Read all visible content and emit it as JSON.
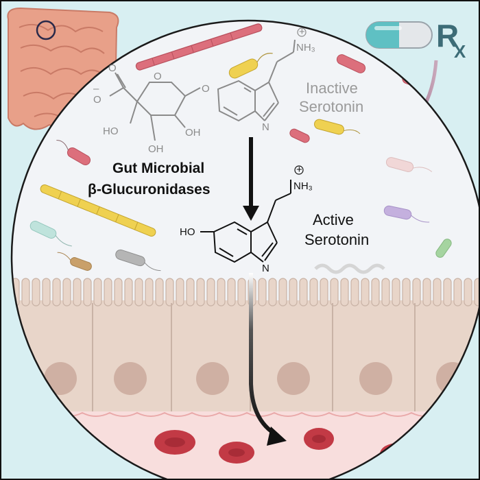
{
  "labels": {
    "inactive_line1": "Inactive",
    "inactive_line2": "Serotonin",
    "active_line1": "Active",
    "active_line2": "Serotonin",
    "enzyme_line1": "Gut Microbial",
    "enzyme_line2": "β-Glucuronidases",
    "rx_symbol": "R",
    "rx_sub": "X"
  },
  "chemistry": {
    "carboxylate_O": "O",
    "carboxylate_Ominus": "O",
    "minus_charge": "–",
    "ring_O": "O",
    "glycoside_O": "O",
    "hydroxyl_1": "HO",
    "hydroxyl_2": "OH",
    "hydroxyl_3": "OH",
    "indole_N_inactive": "N",
    "amine_inactive": "NH₃",
    "plus_charge": "+",
    "hydroxyl_active": "HO",
    "indole_N_active": "N",
    "amine_active": "NH₃"
  },
  "colors": {
    "background": "#d8eff2",
    "lumen": "#f2f4f7",
    "epithelium": "#e8d5c9",
    "nucleus": "#cfb0a3",
    "blood": "#f8dedd",
    "rbc": "#c23a45",
    "inhibitor": "#5c2244",
    "pill_teal": "#5fc0c3",
    "rx_text": "#3d6c77",
    "gray_structure": "#8a8a8a",
    "black_structure": "#111111"
  },
  "icons": [
    "intestine-icon",
    "pill-icon",
    "rx-icon",
    "bacteria-icon",
    "red-blood-cell-icon"
  ]
}
